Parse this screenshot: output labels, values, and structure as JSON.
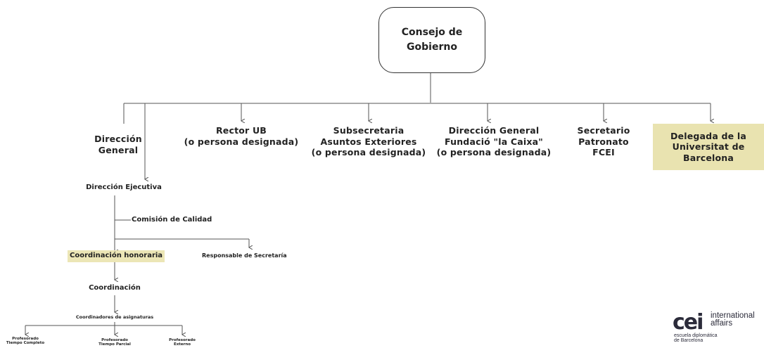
{
  "root": {
    "line1": "Consejo de",
    "line2": "Gobierno"
  },
  "level1": {
    "direccion_general": {
      "line1": "Dirección",
      "line2": "General"
    },
    "rector": {
      "line1": "Rector UB",
      "line2": "(o persona designada)"
    },
    "subsecretaria": {
      "line1": "Subsecretaria",
      "line2": "Asuntos Exteriores",
      "line3": "(o persona designada)"
    },
    "fundacio": {
      "line1": "Dirección General",
      "line2": "Fundació \"la Caixa\"",
      "line3": "(o persona designada)"
    },
    "secretario": {
      "line1": "Secretario",
      "line2": "Patronato",
      "line3": "FCEI"
    },
    "delegada": {
      "line1": "Delegada de la",
      "line2": "Universitat de",
      "line3": "Barcelona"
    }
  },
  "direccion_ejecutiva": "Dirección Ejecutiva",
  "comision_calidad": "Comisión de Calidad",
  "coordinacion_honoraria": "Coordinación honoraria",
  "responsable_secretaria": "Responsable de Secretaría",
  "coordinacion": "Coordinación",
  "coordinadores_asignaturas": "Coordinadores de asignaturas",
  "profesorado": {
    "completo": {
      "line1": "Profesorado",
      "line2": "Tiempo Completo"
    },
    "parcial": {
      "line1": "Profesorado",
      "line2": "Tiempo Parcial"
    },
    "externo": {
      "line1": "Profesorado",
      "line2": "Externo"
    }
  },
  "logo": {
    "mark": "cei",
    "line1": "international",
    "line2": "affairs",
    "sub1": "escuela diplomática",
    "sub2": "de Barcelona"
  },
  "colors": {
    "highlight": "#ece6b6",
    "line": "#555555",
    "text": "#222222"
  }
}
